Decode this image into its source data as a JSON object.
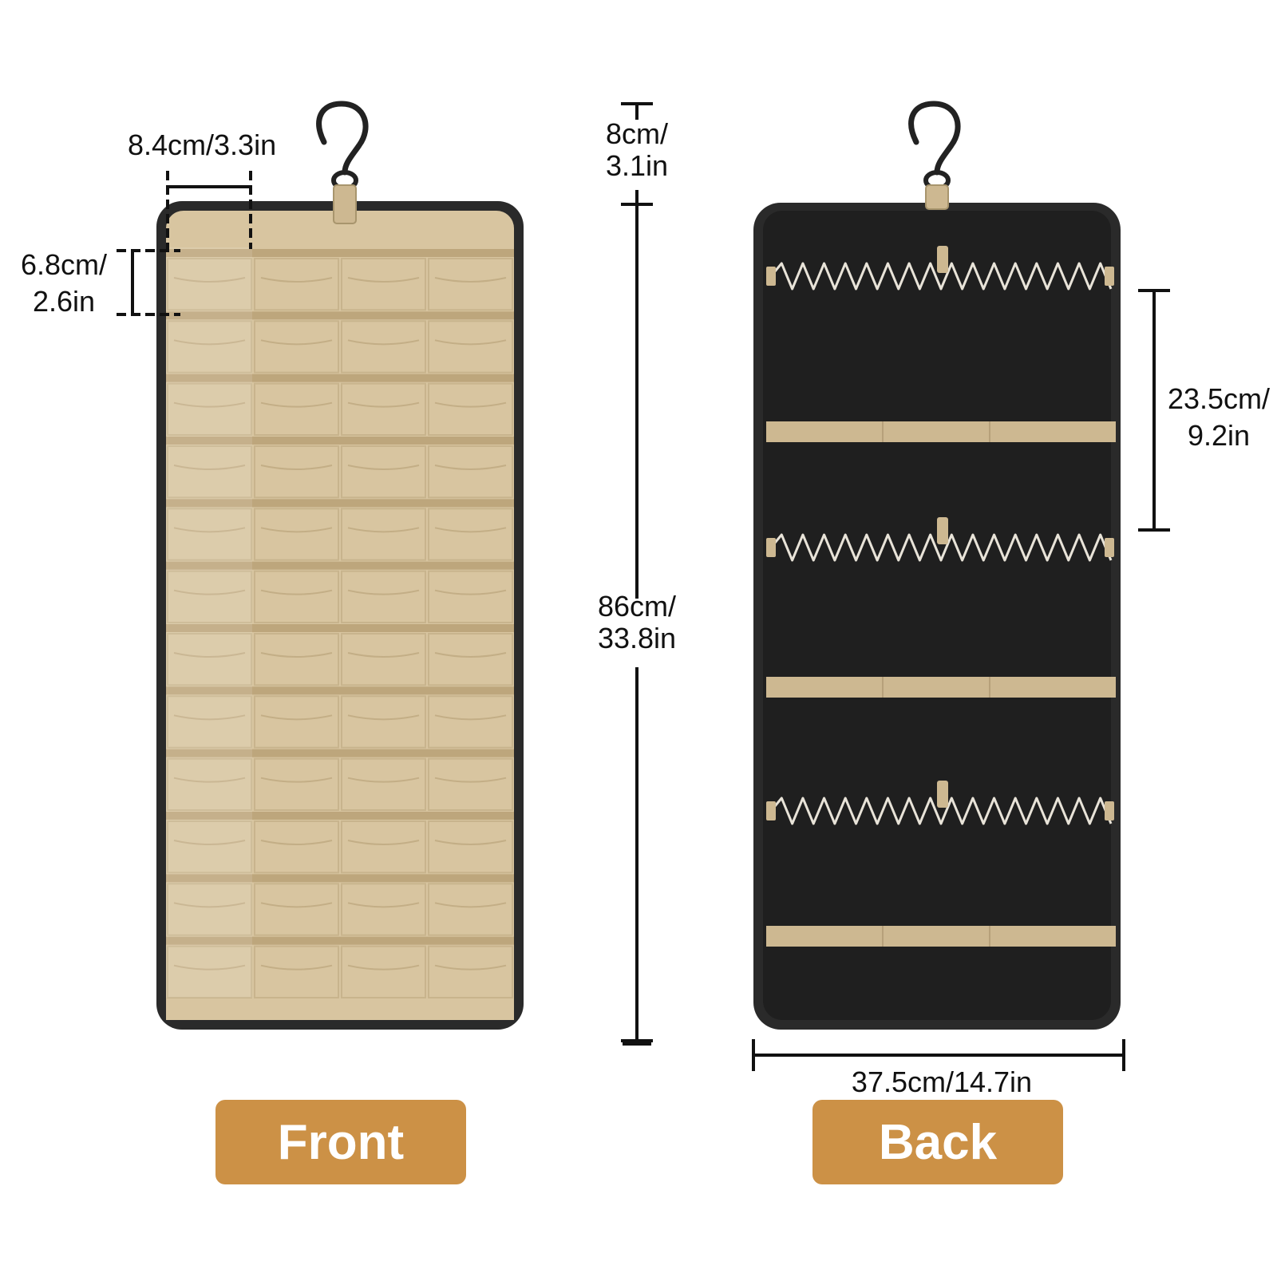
{
  "colors": {
    "pill": "#cc9146",
    "front_fabric": "#d8c5a0",
    "front_seam": "#bda67c",
    "back_fabric": "#1f1f1f",
    "frame": "#2a2a2a",
    "strap": "#cdb891",
    "elastic": "#e8e3d8",
    "hook": "#222222",
    "line": "#111111"
  },
  "front": {
    "pocket_columns": 4,
    "pocket_rows": 12,
    "pocket_width": "8.4cm/3.3in",
    "pocket_height_line1": "6.8cm/",
    "pocket_height_line2": "2.6in",
    "button": "Front"
  },
  "middle": {
    "hook_height_line1": "8cm/",
    "hook_height_line2": "3.1in",
    "total_height_line1": "86cm/",
    "total_height_line2": "33.8in"
  },
  "back": {
    "elastic_rows": 3,
    "strap_rows": 3,
    "section_height_line1": "23.5cm/",
    "section_height_line2": "9.2in",
    "width": "37.5cm/14.7in",
    "button": "Back"
  },
  "icons": [
    "front-hanger-hook-icon",
    "back-hanger-hook-icon"
  ]
}
